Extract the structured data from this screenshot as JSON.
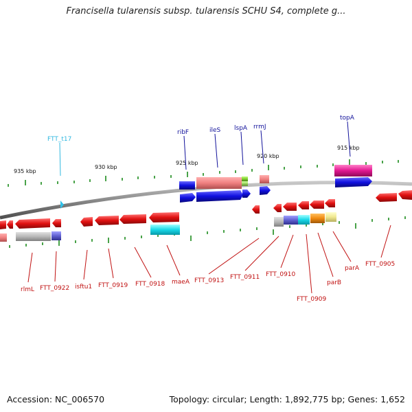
{
  "title": "Francisella tularensis subsp. tularensis SCHU S4, complete g...",
  "footer": {
    "accession": "Accession: NC_006570",
    "stats": "Topology: circular; Length: 1,892,775 bp; Genes: 1,652"
  },
  "kbp_labels": [
    "935 kbp",
    "930 kbp",
    "925 kbp",
    "920 kbp",
    "915 kbp"
  ],
  "top_labels": [
    "FTT_t17",
    "ribF",
    "ileS",
    "lspA",
    "rrmJ",
    "topA"
  ],
  "bottom_labels": [
    "rlmL",
    "FTT_0922",
    "isftu1",
    "FTT_0919",
    "FTT_0918",
    "maeA",
    "FTT_0913",
    "FTT_0911",
    "FTT_0910",
    "FTT_0909",
    "parB",
    "parA",
    "FTT_0905"
  ],
  "colors": {
    "forward_gene": "#1010e0",
    "reverse_gene": "#e01010",
    "label_top": "#10109a",
    "label_trna": "#30b8e0",
    "label_bottom": "#c01010",
    "backbone": "#8a8a8a",
    "tick": "#1a8a1a"
  }
}
